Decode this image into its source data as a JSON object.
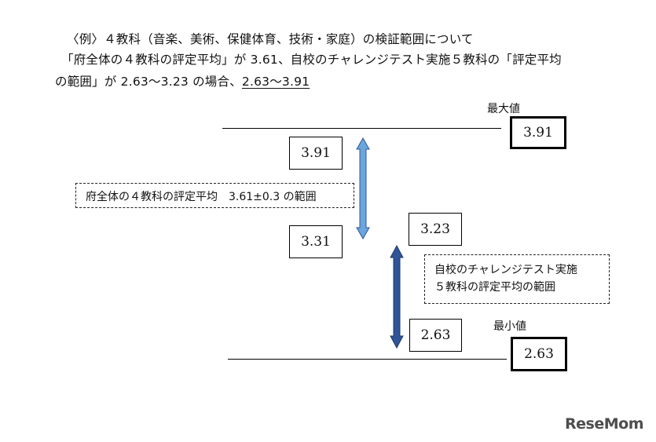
{
  "caption": {
    "line1": "〈例〉４教科（音楽、美術、保健体育、技術・家庭）の検証範囲について",
    "line2": "「府全体の４教科の評定平均」が 3.61、自校のチャレンジテスト実施５教科の「評定平均",
    "line3_pre": "の範囲」が 2.63〜3.23 の場合、",
    "line3_result": "2.63〜3.91"
  },
  "diagram": {
    "max_label": "最大値",
    "max_value": "3.91",
    "min_label": "最小値",
    "min_value": "2.63",
    "pref_range": {
      "label": "府全体の４教科の評定平均　3.61±0.3 の範囲",
      "upper": "3.91",
      "lower": "3.31"
    },
    "school_range": {
      "label_line1": "自校のチャレンジテスト実施",
      "label_line2": "５教科の評定平均の範囲",
      "upper": "3.23",
      "lower": "2.63"
    }
  },
  "logo": "ReseMom",
  "colors": {
    "pref_arrow": "#6aa6dc",
    "school_arrow": "#2f5597"
  }
}
